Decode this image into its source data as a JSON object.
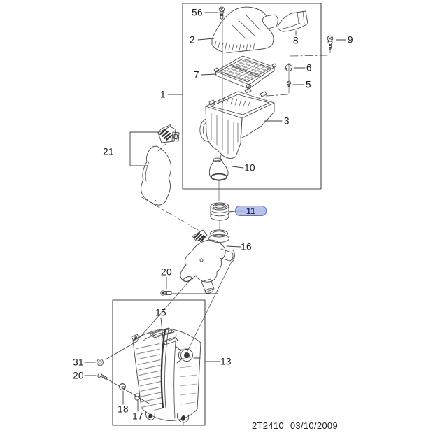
{
  "diagram": {
    "type": "exploded-parts-diagram",
    "subject": "air-cleaner-assembly",
    "footer": {
      "code": "2T2410",
      "date": "03/10/2009"
    },
    "highlight": {
      "part": "11",
      "fill": "#a7b4e7",
      "border": "#5b74d4",
      "text_color": "#1b2e74"
    },
    "line_color": "#444444",
    "labels": {
      "p1": "1",
      "p2": "2",
      "p3": "3",
      "p5": "5",
      "p6": "6",
      "p7": "7",
      "p8": "8",
      "p9": "9",
      "p10": "10",
      "p11": "11",
      "p13": "13",
      "p15": "15",
      "p16": "16",
      "p17": "17",
      "p18": "18",
      "p20a": "20",
      "p20b": "20",
      "p21": "21",
      "p31": "31",
      "p56": "56"
    }
  }
}
